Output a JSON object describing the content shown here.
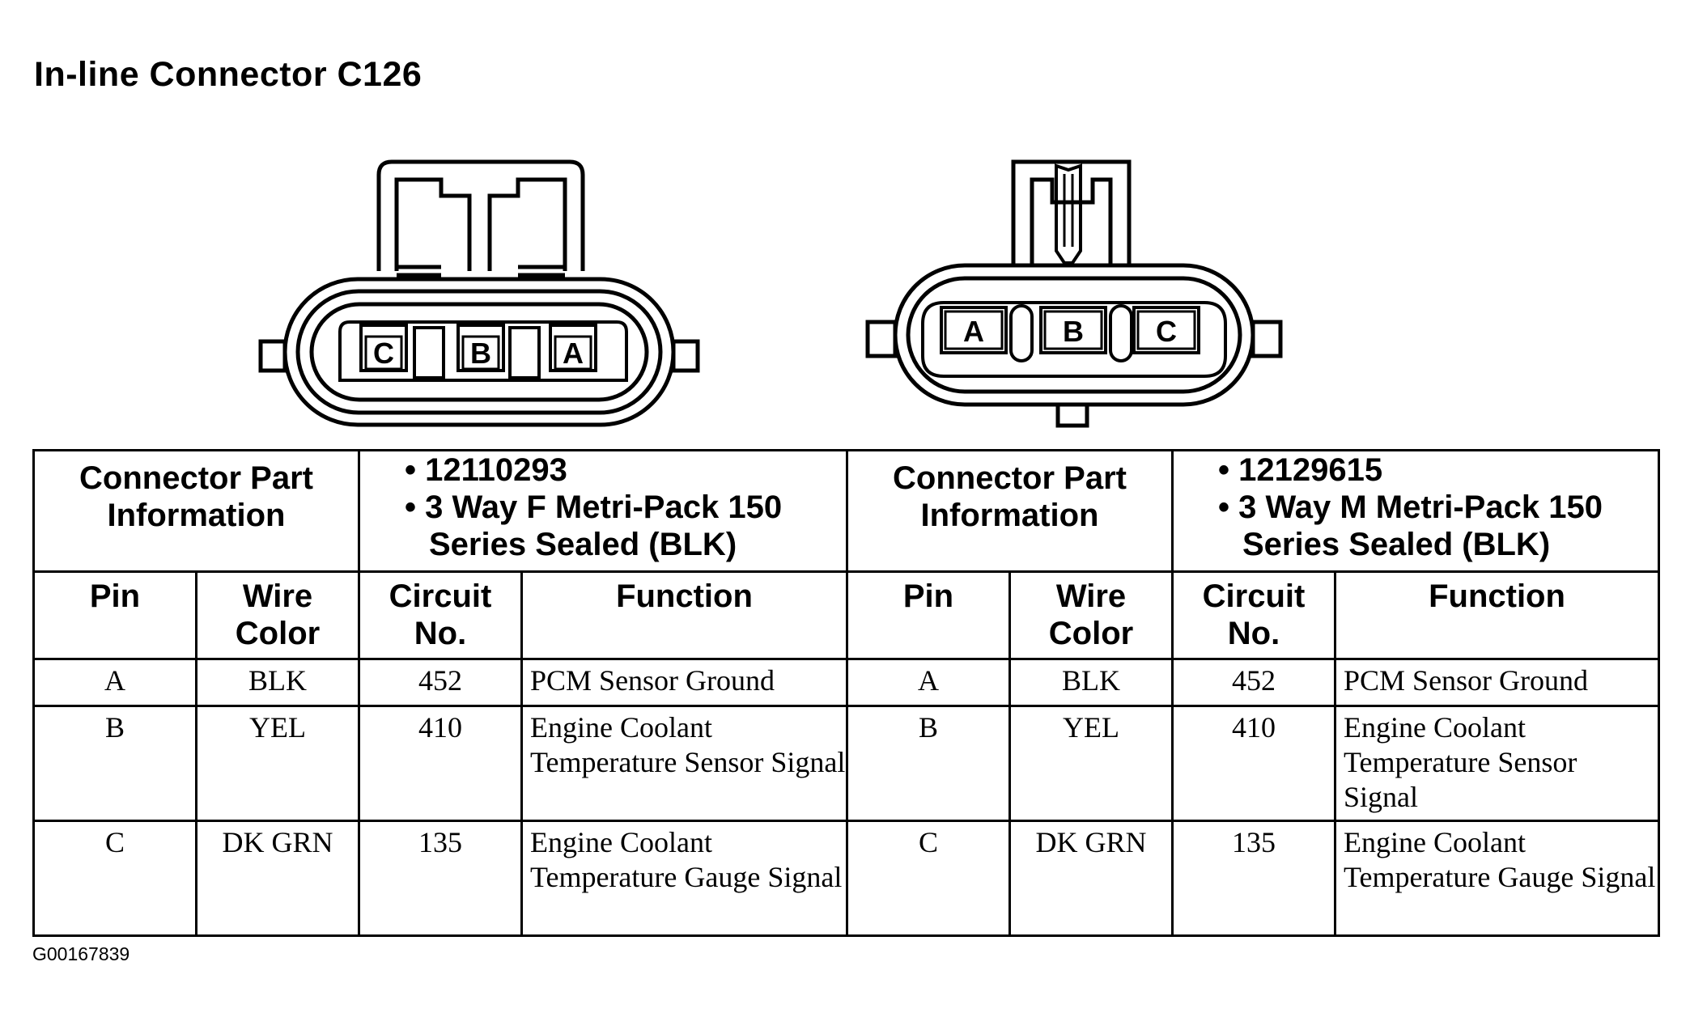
{
  "title": "In-line Connector C126",
  "footer_code": "G00167839",
  "connector_female": {
    "part_label": "Connector Part Information",
    "part_number": "12110293",
    "description": "3 Way F Metri-Pack 150 Series Sealed (BLK)",
    "cavity_labels": [
      "C",
      "B",
      "A"
    ]
  },
  "connector_male": {
    "part_label": "Connector Part Information",
    "part_number": "12129615",
    "description": "3 Way M Metri-Pack 150 Series Sealed (BLK)",
    "cavity_labels": [
      "A",
      "B",
      "C"
    ]
  },
  "headers": {
    "pin": "Pin",
    "wire_color": "Wire Color",
    "circuit": "Circuit No.",
    "function": "Function"
  },
  "rows": [
    {
      "pin": "A",
      "wire_color": "BLK",
      "circuit": "452",
      "function": "PCM Sensor Ground"
    },
    {
      "pin": "B",
      "wire_color": "YEL",
      "circuit": "410",
      "function": "Engine Coolant Temperature Sensor Signal"
    },
    {
      "pin": "C",
      "wire_color": "DK GRN",
      "circuit": "135",
      "function": "Engine Coolant Temperature Gauge Signal"
    }
  ]
}
